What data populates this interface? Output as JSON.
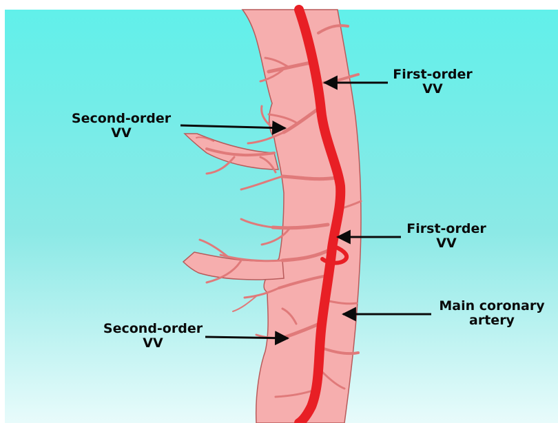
{
  "labels": {
    "first_order_top": {
      "line1": "First-order",
      "line2": "VV"
    },
    "second_order_top": {
      "line1": "Second-order",
      "line2": "VV"
    },
    "first_order_mid": {
      "line1": "First-order",
      "line2": "VV"
    },
    "main_coronary": {
      "line1": "Main coronary",
      "line2": "artery"
    },
    "second_order_bottom": {
      "line1": "Second-order",
      "line2": "VV"
    }
  },
  "colors": {
    "background_top": "#5ff0ea",
    "background_bottom": "#e6fafa",
    "vessel_wall": "#f6aeae",
    "branch": "#e07a7a",
    "main_vv": "#e81f25",
    "arrow": "#0a0a0a",
    "text": "#0a0a0a"
  }
}
